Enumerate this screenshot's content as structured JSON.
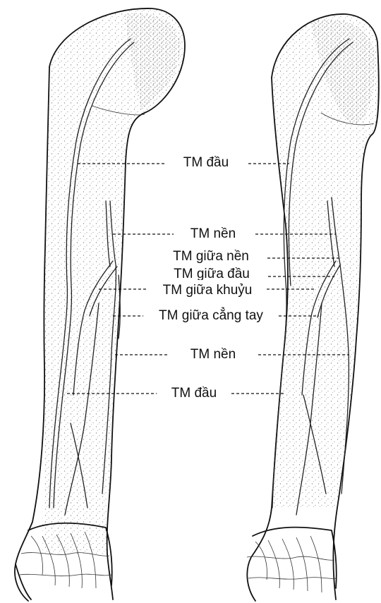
{
  "labels": {
    "cephalic_upper": "TM đầu",
    "basilic_upper": "TM nền",
    "median_basilic": "TM giữa nền",
    "median_cephalic": "TM giữa đầu",
    "median_cubital": "TM giữa khuỷu",
    "median_antebrachial": "TM giữa cẳng tay",
    "basilic_lower": "TM nền",
    "cephalic_lower": "TM đầu"
  },
  "icon_names": [
    "left-arm-illustration",
    "right-arm-illustration"
  ],
  "colors": {
    "ink": "#111111",
    "background": "#ffffff"
  }
}
